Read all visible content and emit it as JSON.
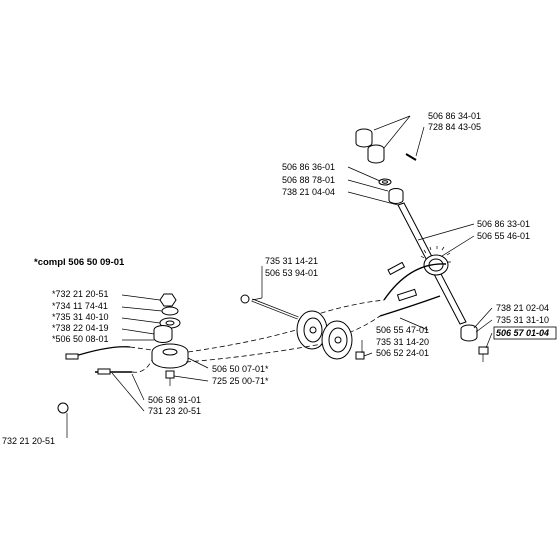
{
  "header": {
    "compl": "*compl 506 50 09-01"
  },
  "labels": {
    "top_1": "506 86 34-01",
    "top_2": "728 84 43-05",
    "mid_1": "506 86 36-01",
    "mid_2": "506 88 78-01",
    "mid_3": "738 21 04-04",
    "right_1": "506 86 33-01",
    "right_2": "506 55 46-01",
    "center_1": "735 31 14-21",
    "center_2": "506 53 94-01",
    "left_1": "*732 21 20-51",
    "left_2": "*734 11 74-41",
    "left_3": "*735 31 40-10",
    "left_4": "*738 22 04-19",
    "left_5": "*506 50 08-01",
    "br_1": "738 21 02-04",
    "br_2": "735 31 31-10",
    "br_3": "506 57 01-04",
    "bot_1": "506 55 47-01",
    "bot_2": "735 31 14-20",
    "bot_3": "506 52 24-01",
    "pulley_1": "506 50 07-01*",
    "pulley_2": "725 25 00-71*",
    "cable_1": "506 58 91-01",
    "cable_2": "731 23 20-51",
    "nut_far": "732 21 20-51"
  }
}
